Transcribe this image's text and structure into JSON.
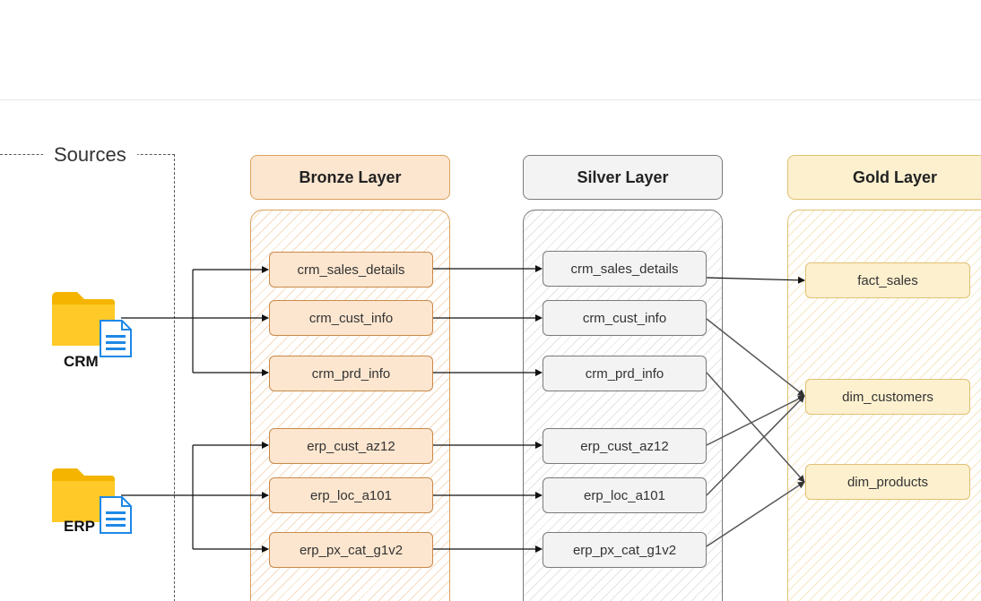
{
  "sources": {
    "title": "Sources",
    "items": [
      {
        "id": "crm",
        "label": "CRM",
        "icon": "folder-document-icon"
      },
      {
        "id": "erp",
        "label": "ERP",
        "icon": "folder-document-icon"
      }
    ]
  },
  "layers": {
    "bronze": {
      "title": "Bronze Layer",
      "color": "#fde6cf",
      "border": "#d9a25e",
      "tables": [
        "crm_sales_details",
        "crm_cust_info",
        "crm_prd_info",
        "erp_cust_az12",
        "erp_loc_a101",
        "erp_px_cat_g1v2"
      ]
    },
    "silver": {
      "title": "Silver Layer",
      "color": "#f3f3f3",
      "border": "#7a7a7a",
      "tables": [
        "crm_sales_details",
        "crm_cust_info",
        "crm_prd_info",
        "erp_cust_az12",
        "erp_loc_a101",
        "erp_px_cat_g1v2"
      ]
    },
    "gold": {
      "title": "Gold Layer",
      "color": "#fdf0cf",
      "border": "#e1c172",
      "tables": [
        "fact_sales",
        "dim_customers",
        "dim_products"
      ]
    }
  },
  "connections": [
    {
      "from": "source.crm",
      "to": "bronze.crm_sales_details"
    },
    {
      "from": "source.crm",
      "to": "bronze.crm_cust_info"
    },
    {
      "from": "source.crm",
      "to": "bronze.crm_prd_info"
    },
    {
      "from": "source.erp",
      "to": "bronze.erp_cust_az12"
    },
    {
      "from": "source.erp",
      "to": "bronze.erp_loc_a101"
    },
    {
      "from": "source.erp",
      "to": "bronze.erp_px_cat_g1v2"
    },
    {
      "from": "bronze.crm_sales_details",
      "to": "silver.crm_sales_details"
    },
    {
      "from": "bronze.crm_cust_info",
      "to": "silver.crm_cust_info"
    },
    {
      "from": "bronze.crm_prd_info",
      "to": "silver.crm_prd_info"
    },
    {
      "from": "bronze.erp_cust_az12",
      "to": "silver.erp_cust_az12"
    },
    {
      "from": "bronze.erp_loc_a101",
      "to": "silver.erp_loc_a101"
    },
    {
      "from": "bronze.erp_px_cat_g1v2",
      "to": "silver.erp_px_cat_g1v2"
    },
    {
      "from": "silver.crm_sales_details",
      "to": "gold.fact_sales"
    },
    {
      "from": "silver.crm_cust_info",
      "to": "gold.dim_customers"
    },
    {
      "from": "silver.crm_prd_info",
      "to": "gold.dim_products"
    },
    {
      "from": "silver.erp_cust_az12",
      "to": "gold.dim_customers"
    },
    {
      "from": "silver.erp_loc_a101",
      "to": "gold.dim_customers"
    },
    {
      "from": "silver.erp_px_cat_g1v2",
      "to": "gold.dim_products"
    }
  ]
}
